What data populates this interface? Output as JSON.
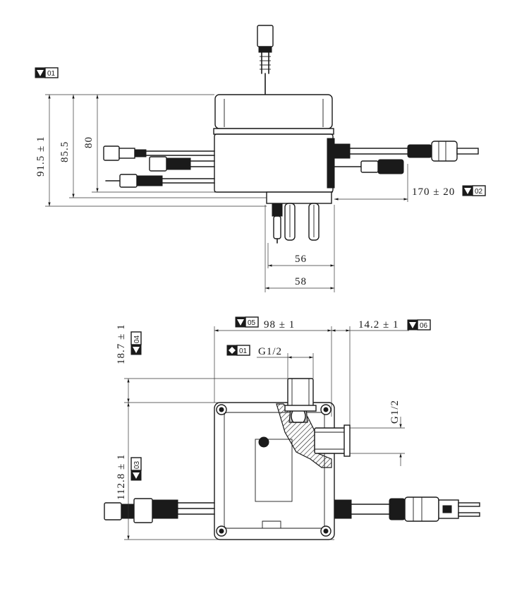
{
  "top_view": {
    "height_overall": "91.5 ± 1",
    "height_mid": "85.5",
    "height_body": "80",
    "cable_length": "170 ± 20",
    "width_inner": "56",
    "width_outer": "58",
    "tags": {
      "height_overall": "01",
      "cable_length": "02"
    }
  },
  "bottom_view": {
    "width": "98 ± 1",
    "offset": "14.2 ± 1",
    "thread_top": "G1/2",
    "thread_side": "G1/2",
    "height_top": "18.7 ± 1",
    "height_body": "112.8 ± 1",
    "tags": {
      "width": "05",
      "offset": "06",
      "thread_top": "01",
      "height_top": "04",
      "height_body": "03"
    }
  }
}
